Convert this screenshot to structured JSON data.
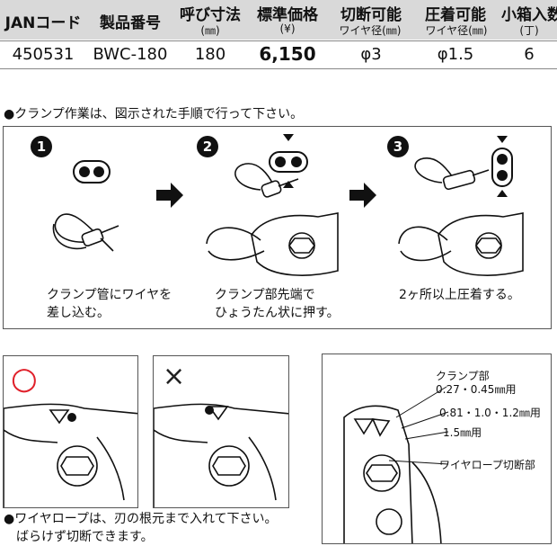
{
  "spec_table": {
    "headers": {
      "jan": "JANコード",
      "part_no": "製品番号",
      "size": "呼び寸法",
      "size_unit": "(㎜)",
      "price": "標準価格",
      "price_unit": "(¥)",
      "cut": "切断可能",
      "cut_sub": "ワイヤ径(㎜)",
      "crimp": "圧着可能",
      "crimp_sub": "ワイヤ径(㎜)",
      "box": "小箱入数",
      "box_unit": "(丁)"
    },
    "row": {
      "jan": "450531",
      "part_no": "BWC-180",
      "size": "180",
      "price": "6,150",
      "cut": "φ3",
      "crimp": "φ1.5",
      "box": "6"
    }
  },
  "note_clamp": "●クランプ作業は、図示された手順で行って下さい。",
  "steps": [
    {
      "number": "1",
      "caption_line1": "クランプ管にワイヤを",
      "caption_line2": "差し込む。"
    },
    {
      "number": "2",
      "caption_line1": "クランプ部先端で",
      "caption_line2": "ひょうたん状に押す。"
    },
    {
      "number": "3",
      "caption_line1": "2ヶ所以上圧着する。",
      "caption_line2": ""
    }
  ],
  "good_mark": "○",
  "bad_mark": "×",
  "note_wire_line1": "●ワイヤロープは、刃の根元まで入れて下さい。",
  "note_wire_line2": "ばらけず切断できます。",
  "diagram_labels": {
    "clamp_part": "クランプ部",
    "clamp_sizes": "0.27・0.45㎜用",
    "size_mid": "0.81・1.0・1.2㎜用",
    "size_large": "1.5㎜用",
    "cutter": "ワイヤロープ切断部"
  },
  "colors": {
    "header_bg": "#d9d9d9",
    "good_mark": "#e0202a",
    "ink": "#111111"
  }
}
